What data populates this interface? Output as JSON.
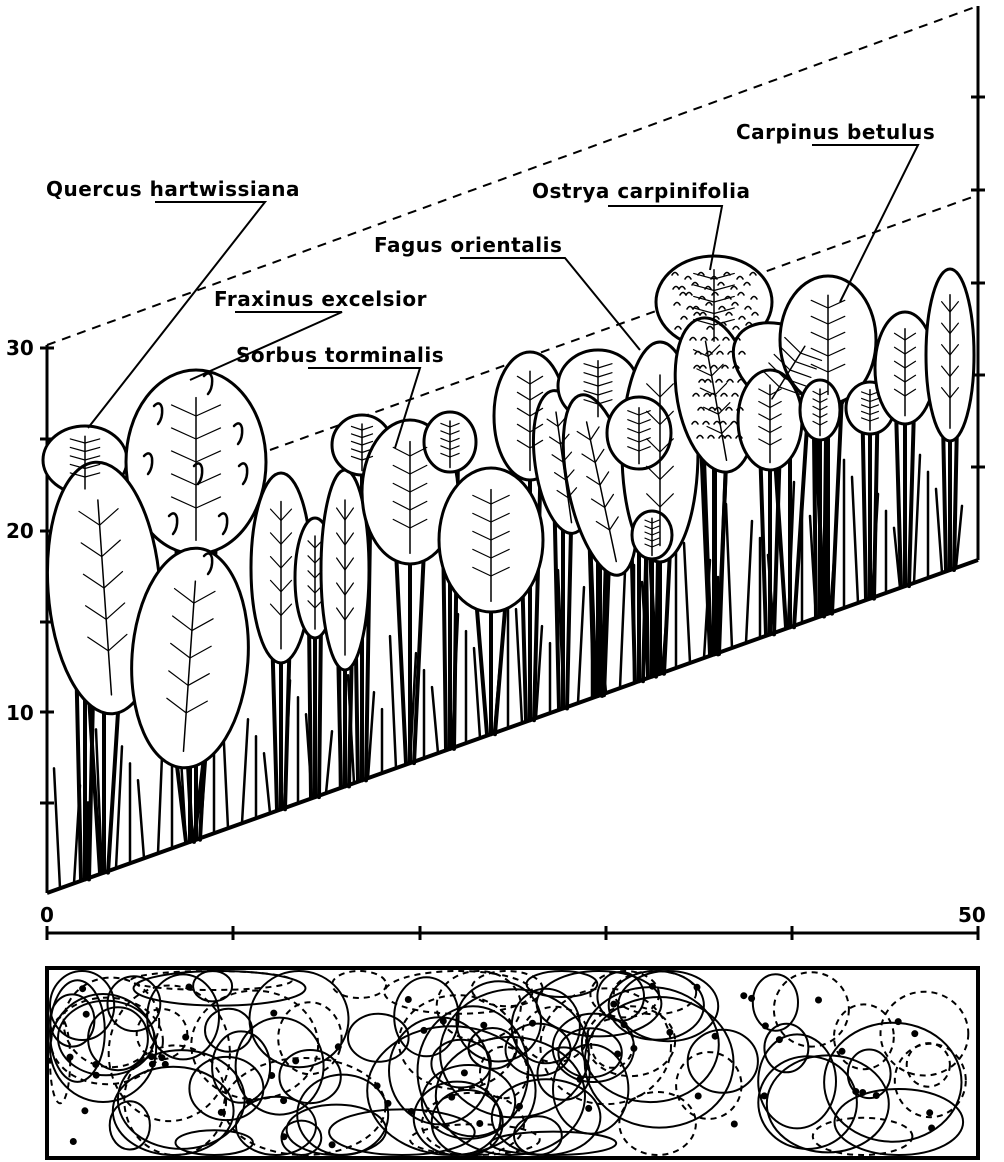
{
  "species_labels": {
    "quercus": "Quercus hartwissiana",
    "fraxinus": "Fraxinus excelsior",
    "sorbus": "Sorbus torminalis",
    "fagus": "Fagus orientalis",
    "ostrya": "Ostrya carpinifolia",
    "carpinus": "Carpinus betulus"
  },
  "height_axis": {
    "ticks": [
      "30",
      "20",
      "10"
    ]
  },
  "distance_axis": {
    "start": "0",
    "end": "50"
  }
}
